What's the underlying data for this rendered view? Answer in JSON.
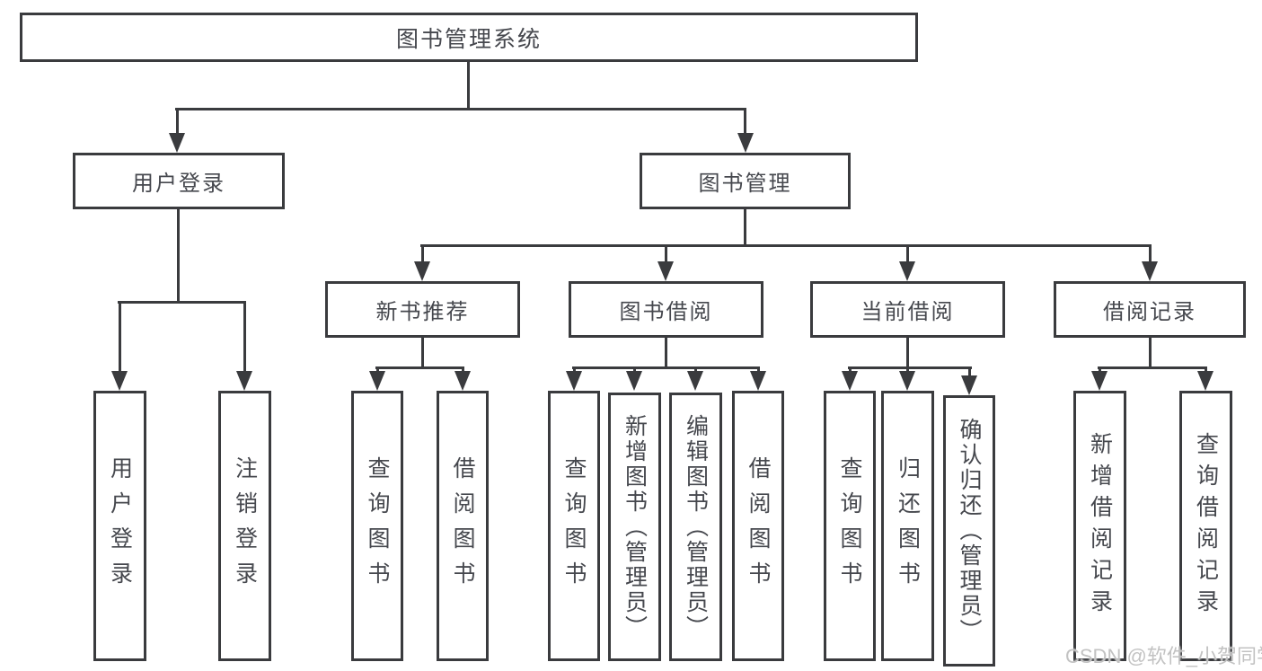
{
  "diagram_type": "hierarchy-tree",
  "colors": {
    "line": "#3a3b3e",
    "text": "#46484e",
    "box_fill": "#ffffff",
    "background": "#ffffff",
    "watermark": "#c2c2c2"
  },
  "watermark": {
    "text": "CSDN @软件_小贺同学"
  },
  "tree": {
    "label": "图书管理系统",
    "children": [
      {
        "label": "用户登录",
        "children": [
          {
            "label": "用户登录"
          },
          {
            "label": "注销登录"
          }
        ]
      },
      {
        "label": "图书管理",
        "children": [
          {
            "label": "新书推荐",
            "children": [
              {
                "label": "查询图书"
              },
              {
                "label": "借阅图书"
              }
            ]
          },
          {
            "label": "图书借阅",
            "children": [
              {
                "label": "查询图书"
              },
              {
                "label": "新增图书（管理员）"
              },
              {
                "label": "编辑图书（管理员）"
              },
              {
                "label": "借阅图书"
              }
            ]
          },
          {
            "label": "当前借阅",
            "children": [
              {
                "label": "查询图书"
              },
              {
                "label": "归还图书"
              },
              {
                "label": "确认归还（管理员）"
              }
            ]
          },
          {
            "label": "借阅记录",
            "children": [
              {
                "label": "新增借阅记录"
              },
              {
                "label": "查询借阅记录"
              }
            ]
          }
        ]
      }
    ]
  }
}
